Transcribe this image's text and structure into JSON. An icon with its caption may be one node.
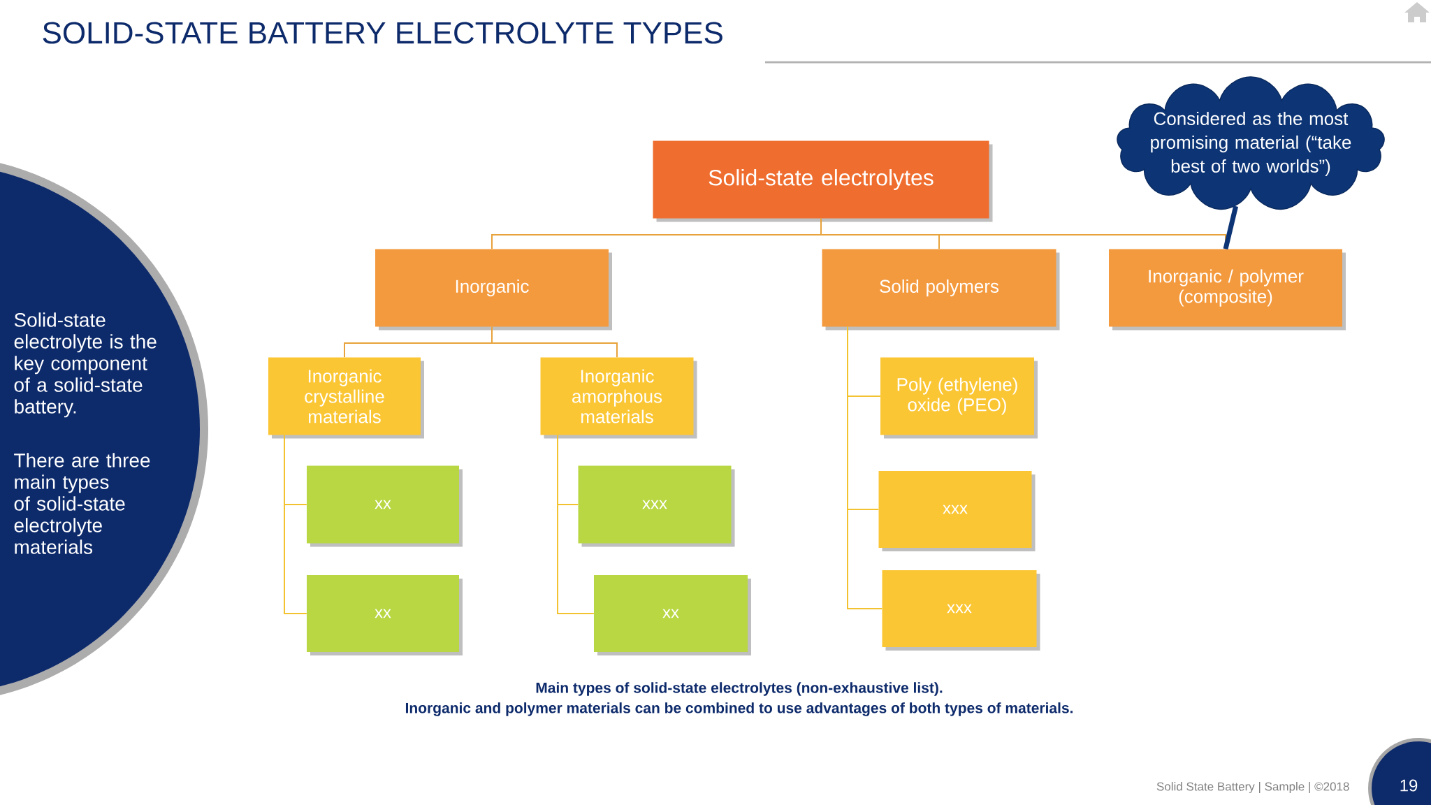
{
  "diagram": {
    "title": "SOLID-STATE BATTERY ELECTROLYTE TYPES",
    "nodes": [
      {
        "text": [
          "Solid-state electrolytes"
        ]
      },
      {
        "text": [
          "Inorganic"
        ]
      },
      {
        "text": [
          "Solid polymers"
        ]
      },
      {
        "text": [
          "Inorganic / polymer (composite)"
        ]
      },
      {
        "text": [
          "Inorganic crystalline materials"
        ]
      },
      {
        "text": [
          "Inorganic amorphous materials"
        ]
      },
      {
        "text": [
          "Poly (ethylene) oxide (PEO)"
        ]
      },
      {
        "text": [
          "xx"
        ]
      },
      {
        "text": [
          "xx"
        ]
      },
      {
        "text": [
          "xxx"
        ]
      },
      {
        "text": [
          "xx"
        ]
      },
      {
        "text": [
          "xxx"
        ]
      },
      {
        "text": [
          "xxx"
        ]
      },
      {
        "text": [
          "Considered as the most promising material (“take best of two worlds”)"
        ]
      },
      {
        "text": [
          "Solid-state electrolyte is the key component of a solid-state battery.",
          "There are three main types of solid-state electrolyte materials"
        ]
      }
    ],
    "edges": [
      {
        "from": 0,
        "to": 1,
        "arrow": "none",
        "color": "#e8a33c"
      },
      {
        "from": 0,
        "to": 2,
        "arrow": "none",
        "color": "#e8a33c"
      },
      {
        "from": 0,
        "to": 3,
        "arrow": "none",
        "color": "#e8a33c"
      },
      {
        "from": 1,
        "to": 4,
        "arrow": "none",
        "color": "#e8a33c"
      },
      {
        "from": 1,
        "to": 5,
        "arrow": "none",
        "color": "#e8a33c"
      },
      {
        "from": 4,
        "to": 7,
        "arrow": "none"
      },
      {
        "from": 4,
        "to": 8,
        "arrow": "none"
      },
      {
        "from": 5,
        "to": 9,
        "arrow": "none"
      },
      {
        "from": 5,
        "to": 10,
        "arrow": "none"
      },
      {
        "from": 2,
        "to": 6,
        "arrow": "none"
      },
      {
        "from": 2,
        "to": 11,
        "arrow": "none"
      },
      {
        "from": 2,
        "to": 12,
        "arrow": "none"
      },
      {
        "from": 13,
        "to": 3,
        "arrow": "none",
        "style": "thick",
        "color": "#0d3576"
      }
    ],
    "labels": [
      "Main types of solid-state electrolytes (non-exhaustive list).",
      "Inorganic and polymer materials can be combined to use advantages of both types of materials.",
      "Solid State Battery | Sample | ©2018",
      "19"
    ]
  }
}
